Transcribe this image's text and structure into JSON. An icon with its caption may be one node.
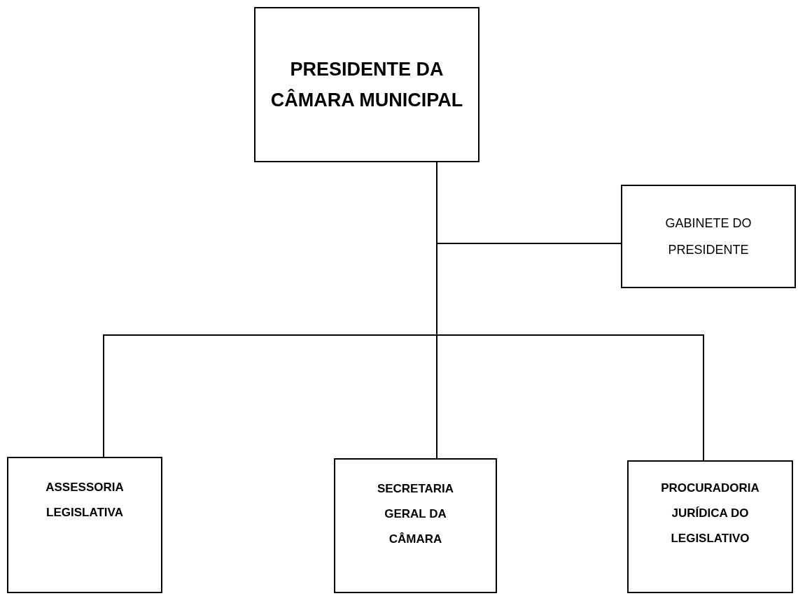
{
  "diagram": {
    "nodes": [
      {
        "text": [
          "PRESIDENTE DA CÂMARA MUNICIPAL"
        ]
      },
      {
        "text": [
          "GABINETE DO PRESIDENTE"
        ]
      },
      {
        "text": [
          "ASSESSORIA LEGISLATIVA"
        ]
      },
      {
        "text": [
          "SECRETARIA GERAL DA CÂMARA"
        ]
      },
      {
        "text": [
          "PROCURADORIA JURÍDICA DO LEGISLATIVO"
        ]
      }
    ],
    "edges": [
      {
        "from": 0,
        "to": 1,
        "arrow": "none"
      },
      {
        "from": 0,
        "to": 2,
        "arrow": "none"
      },
      {
        "from": 0,
        "to": 3,
        "arrow": "none"
      },
      {
        "from": 0,
        "to": 4,
        "arrow": "none"
      }
    ]
  }
}
